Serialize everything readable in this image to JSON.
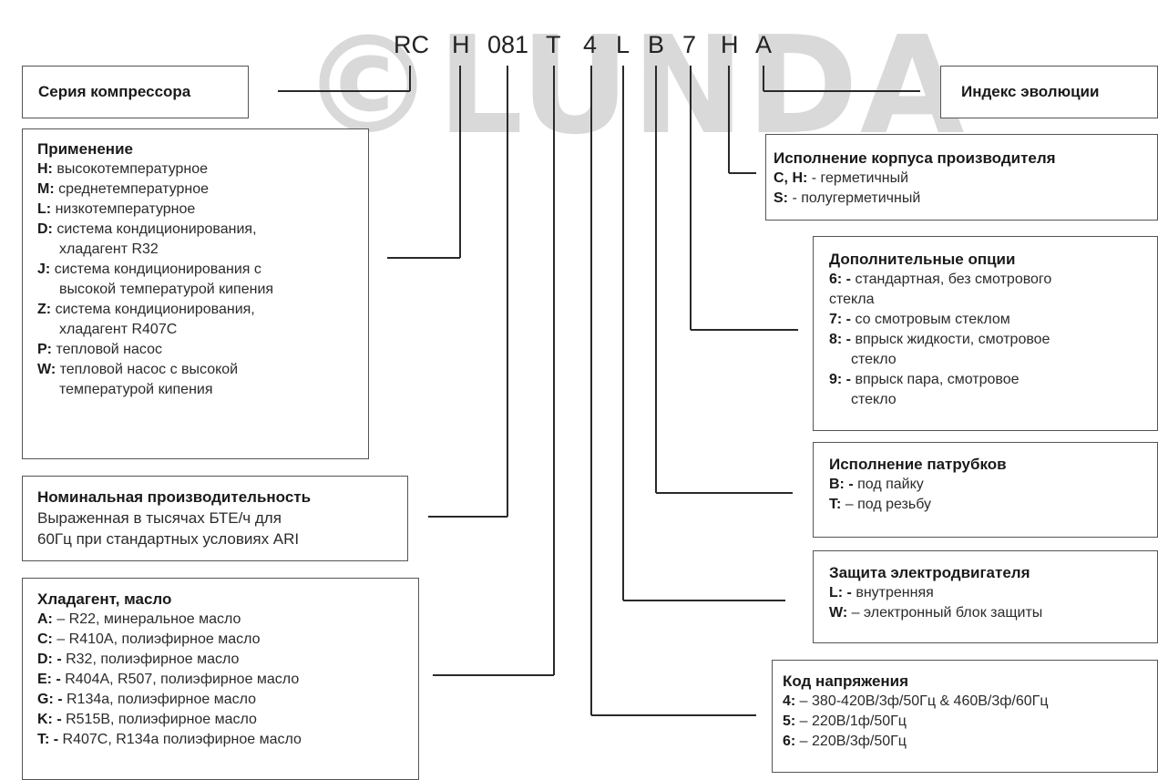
{
  "watermark": {
    "text": "©LUNDA"
  },
  "code": [
    "RC",
    "H",
    "081",
    "T",
    "4",
    "L",
    "B",
    "7",
    "H",
    "A"
  ],
  "boxes": {
    "series": {
      "title": "Серия компрессора"
    },
    "evolution": {
      "title": "Индекс эволюции"
    },
    "application": {
      "title": "Применение",
      "items": [
        {
          "key": "H:",
          "text": "высокотемпературное"
        },
        {
          "key": "M:",
          "text": "среднетемпературное"
        },
        {
          "key": "L:",
          "text": "низкотемпературное"
        },
        {
          "key": "D:",
          "text": "система кондиционирования,",
          "cont": "хладагент R32"
        },
        {
          "key": "J:",
          "text": "система кондиционирования с",
          "cont": "высокой температурой кипения"
        },
        {
          "key": "Z:",
          "text": "система кондиционирования,",
          "cont": "хладагент R407C"
        },
        {
          "key": "P:",
          "text": "тепловой насос"
        },
        {
          "key": "W:",
          "text": "тепловой насос с высокой",
          "cont": "температурой кипения"
        }
      ]
    },
    "housing": {
      "title": "Исполнение корпуса производителя",
      "items": [
        {
          "key": "C, H:",
          "text": " - герметичный"
        },
        {
          "key": "S:",
          "text": " - полугерметичный"
        }
      ]
    },
    "options": {
      "title": "Дополнительные опции",
      "items": [
        {
          "key": "6: -",
          "text": " стандартная, без смотрового",
          "cont": "стекла"
        },
        {
          "key": "7: -",
          "text": " со смотровым стеклом"
        },
        {
          "key": "8: -",
          "text": " впрыск жидкости, смотровое",
          "cont": "стекло"
        },
        {
          "key": "9: -",
          "text": " впрыск пара, смотровое",
          "cont": "стекло"
        }
      ]
    },
    "capacity": {
      "title": "Номинальная производительность",
      "lines": [
        "Выраженная в тысячах БТЕ/ч для",
        "60Гц при стандартных условиях ARI"
      ]
    },
    "fittings": {
      "title": "Исполнение патрубков",
      "items": [
        {
          "key": "B: -",
          "text": " под пайку"
        },
        {
          "key": "T:",
          "text": " – под резьбу"
        }
      ]
    },
    "motor": {
      "title": "Защита электродвигателя",
      "items": [
        {
          "key": "L: -",
          "text": " внутренняя"
        },
        {
          "key": "W:",
          "text": " – электронный блок защиты"
        }
      ]
    },
    "refrigerant": {
      "title": "Хладагент, масло",
      "items": [
        {
          "key": "A:",
          "text": " – R22, минеральное масло"
        },
        {
          "key": "C:",
          "text": " – R410A, полиэфирное масло"
        },
        {
          "key": "D: -",
          "text": " R32, полиэфирное масло"
        },
        {
          "key": "E: -",
          "text": " R404A, R507, полиэфирное масло"
        },
        {
          "key": "G: -",
          "text": " R134a, полиэфирное масло"
        },
        {
          "key": "K: -",
          "text": " R515B, полиэфирное масло"
        },
        {
          "key": "T: -",
          "text": " R407C, R134a полиэфирное масло"
        }
      ]
    },
    "voltage": {
      "title": "Код напряжения",
      "items": [
        {
          "key": "4:",
          "text": " – 380-420В/3ф/50Гц & 460В/3ф/60Гц"
        },
        {
          "key": "5:",
          "text": " – 220В/1ф/50Гц"
        },
        {
          "key": "6:",
          "text": " – 220В/3ф/50Гц"
        }
      ]
    }
  }
}
